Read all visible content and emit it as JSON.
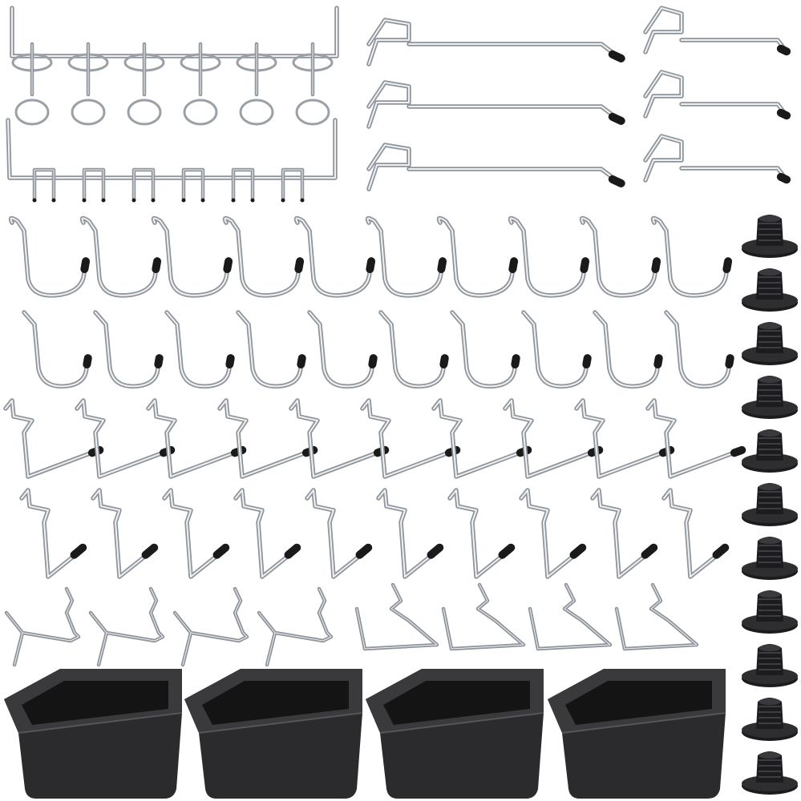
{
  "product_image": {
    "background_color": "#ffffff",
    "colors": {
      "metal": "#b8bcc2",
      "metal_highlight": "#eef0f2",
      "rubber_tip": "#1a1a1a",
      "bin": "#2b2b2d",
      "bin_rim": "#3a3a3d",
      "peg_lock": "#1c1c1e"
    },
    "item_groups": [
      {
        "name": "tool-holder-loop-bar"
      },
      {
        "name": "tool-holder-spring-bar"
      },
      {
        "name": "long-straight-hook"
      },
      {
        "name": "short-straight-hook"
      },
      {
        "name": "large-j-hook"
      },
      {
        "name": "small-j-hook"
      },
      {
        "name": "angled-hook"
      },
      {
        "name": "l-hook"
      },
      {
        "name": "small-clip-hook"
      },
      {
        "name": "u-hook"
      },
      {
        "name": "storage-bin"
      },
      {
        "name": "pegboard-lock"
      }
    ]
  }
}
